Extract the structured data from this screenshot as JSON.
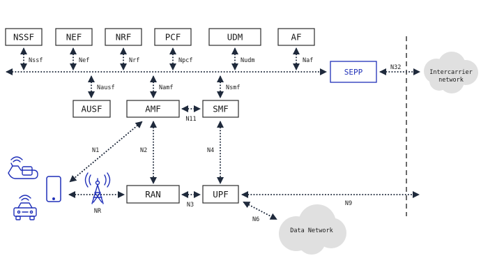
{
  "functions": {
    "nssf": "NSSF",
    "nef": "NEF",
    "nrf": "NRF",
    "pcf": "PCF",
    "udm": "UDM",
    "af": "AF",
    "sepp": "SEPP",
    "ausf": "AUSF",
    "amf": "AMF",
    "smf": "SMF",
    "ran": "RAN",
    "upf": "UPF"
  },
  "interfaces": {
    "nssf": "Nssf",
    "nef": "Nef",
    "nrf": "Nrf",
    "npcf": "Npcf",
    "nudm": "Nudm",
    "naf": "Naf",
    "nausf": "Nausf",
    "namf": "Namf",
    "nsmf": "Nsmf",
    "n1": "N1",
    "n2": "N2",
    "n3": "N3",
    "n4": "N4",
    "n6": "N6",
    "n9": "N9",
    "n11": "N11",
    "n32": "N32",
    "nr": "NR"
  },
  "clouds": {
    "intercarrier_line1": "Intercarrier",
    "intercarrier_line2": "network",
    "data_network": "Data Network"
  },
  "colors": {
    "accent": "#1f2fb8",
    "cloud": "#e0e0e0",
    "line": "#1f2a3c"
  },
  "icons": [
    "smartwatch-icon",
    "car-icon",
    "smartphone-icon",
    "radio-tower-icon"
  ]
}
